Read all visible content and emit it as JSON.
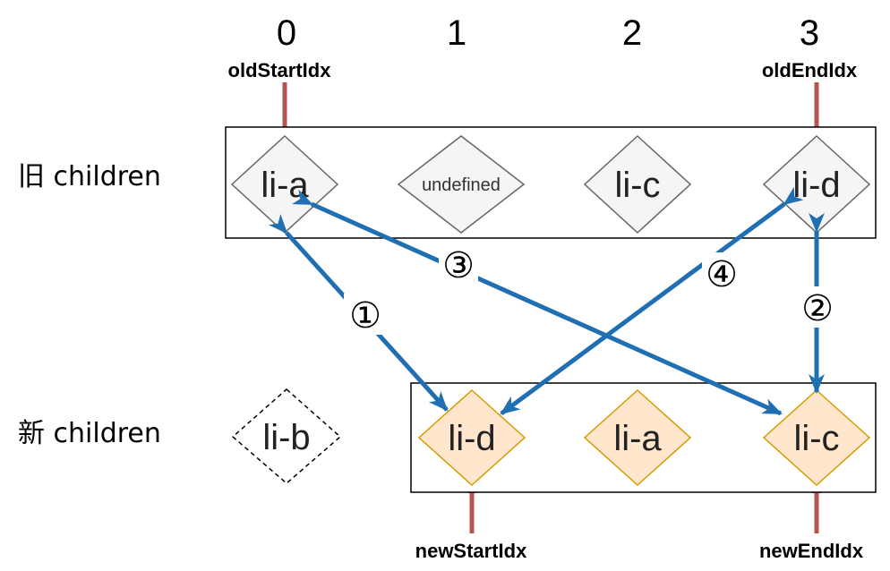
{
  "indices": [
    "0",
    "1",
    "2",
    "3"
  ],
  "pointers": {
    "old_start": "oldStartIdx",
    "old_end": "oldEndIdx",
    "new_start": "newStartIdx",
    "new_end": "newEndIdx"
  },
  "rows": {
    "old_label": "旧 children",
    "new_label": "新 children"
  },
  "old_nodes": [
    "li-a",
    "undefined",
    "li-c",
    "li-d"
  ],
  "new_nodes": [
    "li-d",
    "li-a",
    "li-c"
  ],
  "extra_node": "li-b",
  "steps": [
    "①",
    "②",
    "③",
    "④"
  ],
  "colors": {
    "old_node_fill": "#f5f5f5",
    "old_node_stroke": "#666666",
    "new_node_fill": "#ffe6cc",
    "new_node_stroke": "#d79b00",
    "pointer_arrow": "#b85450",
    "match_arrow": "#1f6fb2"
  }
}
